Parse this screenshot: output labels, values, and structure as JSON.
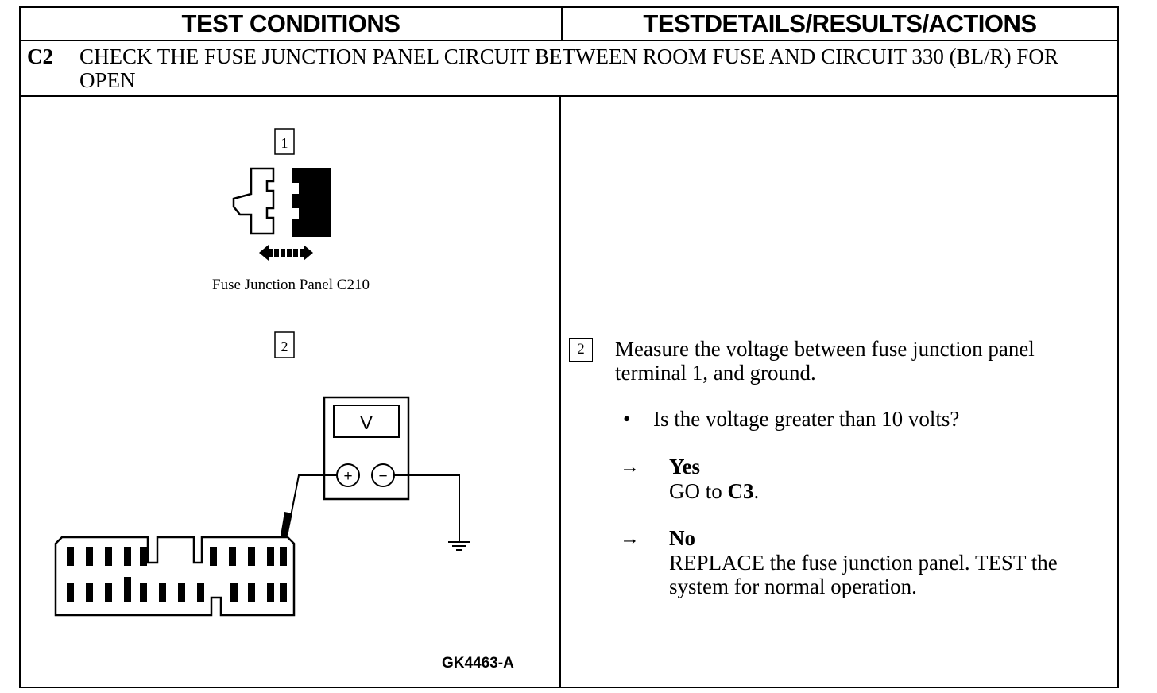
{
  "headers": {
    "test_conditions": "TEST CONDITIONS",
    "test_details": "TESTDETAILS/RESULTS/ACTIONS"
  },
  "step": {
    "id": "C2",
    "title": "CHECK THE FUSE JUNCTION PANEL CIRCUIT BETWEEN ROOM FUSE AND CIRCUIT 330 (BL/R) FOR OPEN"
  },
  "diagram": {
    "step1_number": "1",
    "caption": "Fuse Junction Panel C210",
    "step2_number": "2",
    "meter_reading": "V",
    "meter_plus": "+",
    "meter_minus": "−",
    "figure_code": "GK4463-A"
  },
  "details": {
    "step_number": "2",
    "instruction": "Measure the voltage between fuse junction panel terminal 1, and ground.",
    "bullet": "•",
    "question": "Is the voltage greater than 10 volts?",
    "arrow": "→",
    "yes": {
      "label": "Yes",
      "action_prefix": "GO to ",
      "action_target": "C3",
      "action_suffix": "."
    },
    "no": {
      "label": "No",
      "action": "REPLACE the fuse junction panel. TEST the system for normal operation."
    }
  }
}
